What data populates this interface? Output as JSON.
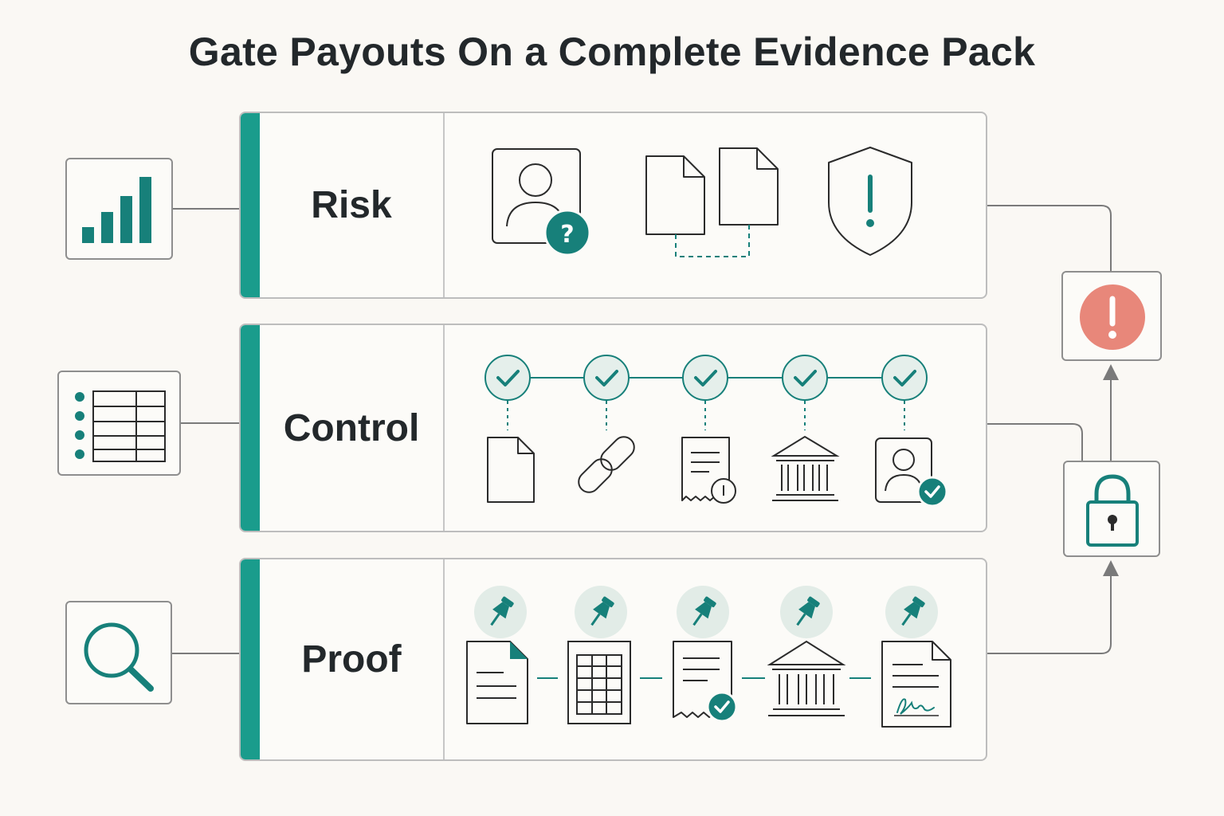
{
  "title": "Gate Payouts On a Complete Evidence Pack",
  "colors": {
    "accent": "#1a9c8c",
    "alert": "#e8877a",
    "line": "#2b2b2b",
    "muted": "#8e8e8e"
  },
  "rows": [
    {
      "label": "Risk",
      "side_icon": "bar-chart-icon",
      "items": [
        "unverified-user-icon",
        "linked-documents-icon",
        "shield-alert-icon"
      ]
    },
    {
      "label": "Control",
      "side_icon": "list-table-icon",
      "items": [
        "document-icon",
        "link-icon",
        "receipt-info-icon",
        "bank-icon",
        "verified-user-icon"
      ]
    },
    {
      "label": "Proof",
      "side_icon": "magnifier-icon",
      "items": [
        "pinned-document-icon",
        "pinned-spreadsheet-icon",
        "pinned-receipt-check-icon",
        "pinned-bank-icon",
        "pinned-signed-contract-icon"
      ]
    }
  ],
  "gate": {
    "top": "alert-icon",
    "bottom": "padlock-icon"
  }
}
